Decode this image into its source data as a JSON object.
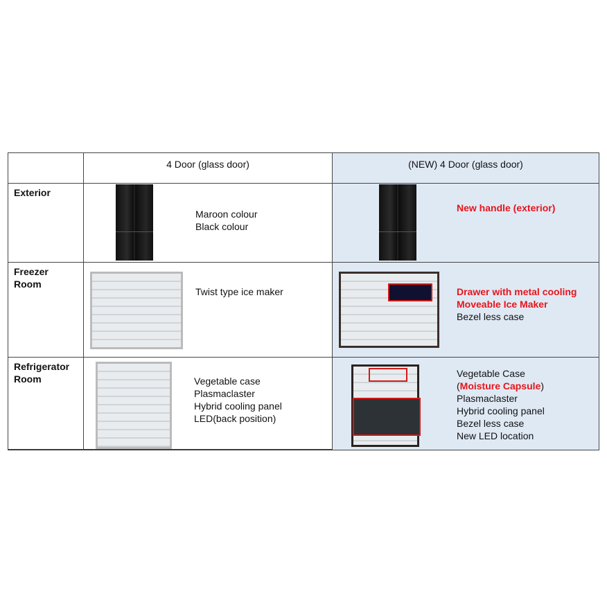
{
  "header": {
    "col_current": "4 Door (glass door)",
    "col_new": "(NEW) 4 Door (glass door)"
  },
  "rows": [
    {
      "label": "Exterior",
      "current": [
        "Maroon colour",
        "Black colour"
      ],
      "new_highlight": [
        "New handle (exterior)"
      ]
    },
    {
      "label": "Freezer Room",
      "current": [
        "Twist type ice maker"
      ],
      "new_highlight": [
        "Drawer with metal cooling",
        "Moveable Ice Maker"
      ],
      "new_plain": [
        "Bezel less case"
      ]
    },
    {
      "label": "Refrigerator Room",
      "current": [
        "Vegetable case",
        "Plasmaclaster",
        "Hybrid cooling panel",
        "LED(back position)"
      ],
      "new": {
        "line1": "Vegetable Case",
        "paren_open": "(",
        "capsule": "Moisture Capsule",
        "paren_close": ")",
        "rest": [
          "Plasmaclaster",
          "Hybrid cooling panel",
          "Bezel less case",
          "New LED location"
        ]
      }
    }
  ],
  "colors": {
    "highlight": "#e8141a",
    "new_column_bg": "#dfe9f4"
  }
}
